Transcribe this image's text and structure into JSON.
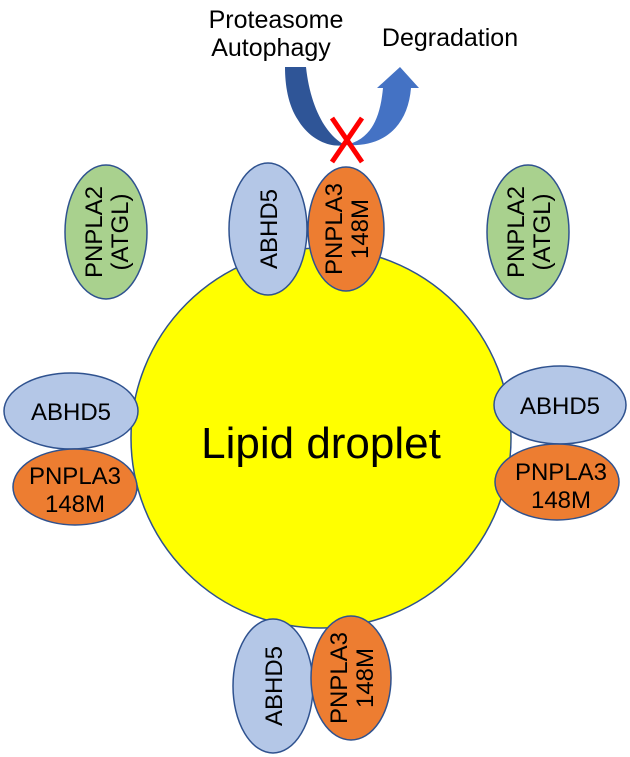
{
  "colors": {
    "droplet_fill": "#ffff00",
    "outline": "#2f528f",
    "abhd5_fill": "#b4c7e7",
    "pnpla3_fill": "#ed7d31",
    "pnpla2_fill": "#a9d18e",
    "arrow_dark": "#2f5597",
    "arrow_light": "#4472c4",
    "block_x": "#ff0000"
  },
  "labels": {
    "proteasome": "Proteasome",
    "autophagy": "Autophagy",
    "degradation": "Degradation",
    "lipid_droplet": "Lipid droplet"
  },
  "proteins": {
    "pnpla2_left": {
      "line1": "PNPLA2",
      "line2": "(ATGL)"
    },
    "pnpla2_right": {
      "line1": "PNPLA2",
      "line2": "(ATGL)"
    },
    "abhd5_top": {
      "line1": "ABHD5"
    },
    "pnpla3_top": {
      "line1": "PNPLA3",
      "line2": "148M"
    },
    "abhd5_left": {
      "line1": "ABHD5"
    },
    "pnpla3_left": {
      "line1": "PNPLA3",
      "line2": "148M"
    },
    "abhd5_right": {
      "line1": "ABHD5"
    },
    "pnpla3_right": {
      "line1": "PNPLA3",
      "line2": "148M"
    },
    "abhd5_bottom": {
      "line1": "ABHD5"
    },
    "pnpla3_bottom": {
      "line1": "PNPLA3",
      "line2": "148M"
    }
  }
}
